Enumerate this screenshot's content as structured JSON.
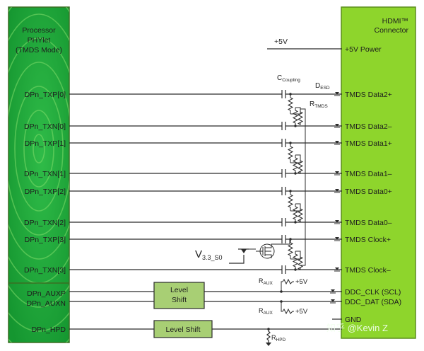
{
  "processor": {
    "title_line1": "Processor",
    "title_line2": "PHYlet",
    "title_line3": "(TMDS Mode)",
    "colors": {
      "fill": "#1fa53a",
      "ring": "#7fdc6a",
      "border": "#3a6e22"
    }
  },
  "connector": {
    "title_line1": "HDMI™",
    "title_line2": "Connector",
    "colors": {
      "fill": "#8ed52c",
      "border": "#5b8d1d"
    }
  },
  "power": {
    "net_label": "+5V",
    "pin_label": "+5V Power"
  },
  "tmds_lines": [
    {
      "left": "DPn_TXP[0]",
      "right": "TMDS Data2+"
    },
    {
      "left": "DPn_TXN[0]",
      "right": "TMDS Data2–"
    },
    {
      "left": "DPn_TXP[1]",
      "right": "TMDS Data1+"
    },
    {
      "left": "DPn_TXN[1]",
      "right": "TMDS Data1–"
    },
    {
      "left": "DPn_TXP[2]",
      "right": "TMDS Data0+"
    },
    {
      "left": "DPn_TXN[2]",
      "right": "TMDS Data0–"
    },
    {
      "left": "DPn_TXP[3]",
      "right": "TMDS Clock+"
    },
    {
      "left": "DPn_TXN[3]",
      "right": "TMDS Clock–"
    }
  ],
  "component_labels": {
    "c_coupling_main": "C",
    "c_coupling_sub": "Coupling",
    "d_esd_main": "D",
    "d_esd_sub": "ESD",
    "r_tmds_main": "R",
    "r_tmds_sub": "TMDS",
    "v33_main": "V",
    "v33_sub": "3.3_S0",
    "r_aux1_main": "R",
    "r_aux1_sub": "AUX",
    "r_aux1_net": "+5V",
    "r_aux2_main": "R",
    "r_aux2_sub": "AUX",
    "r_aux2_net": "+5V",
    "r_hpd_main": "R",
    "r_hpd_sub": "HPD"
  },
  "aux": {
    "left_top": "DPn_AUXP",
    "left_bottom": "DPn_AUXN",
    "shift_line1": "Level",
    "shift_line2": "Shift",
    "right_top": "DDC_CLK (SCL)",
    "right_bottom": "DDC_DAT (SDA)"
  },
  "hpd": {
    "left": "DPn_HPD",
    "shift": "Level Shift",
    "gnd_label": "GND"
  },
  "watermark": "知乎 @Kevin Z",
  "level_shift_color": "#a8cf74"
}
